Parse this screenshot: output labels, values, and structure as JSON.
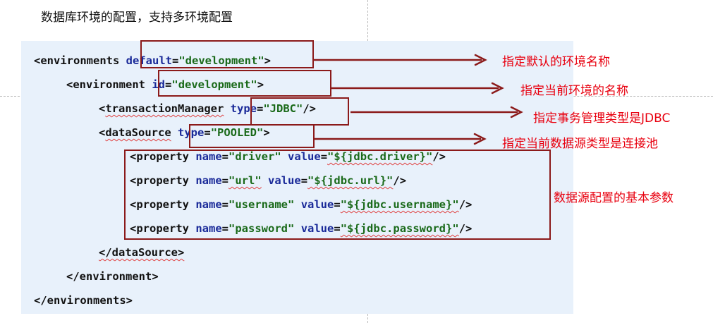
{
  "heading": "数据库环境的配置，支持多环境配置",
  "code": {
    "line1": {
      "open": "<",
      "tag": "environments",
      "attr": "default",
      "eq": "=",
      "val": "\"development\"",
      "close": ">"
    },
    "line2": {
      "open": "<",
      "tag": "environment",
      "attr": "id",
      "eq": "=",
      "val": "\"development\"",
      "close": ">"
    },
    "line3": {
      "open": "<",
      "tag": "transactionManager",
      "attr": "type",
      "eq": "=",
      "val": "\"JDBC\"",
      "close": "/>"
    },
    "line4": {
      "open": "<",
      "tag": "dataSource",
      "attr": "type",
      "eq": "=",
      "val": "\"POOLED\"",
      "close": ">"
    },
    "properties": [
      {
        "tag": "property",
        "name_attr": "name",
        "name_val": "\"driver\"",
        "value_attr": "value",
        "value_val": "\"${jdbc.driver}\"",
        "close": "/>"
      },
      {
        "tag": "property",
        "name_attr": "name",
        "name_val": "\"url\"",
        "value_attr": "value",
        "value_val": "\"${jdbc.url}\"",
        "close": "/>"
      },
      {
        "tag": "property",
        "name_attr": "name",
        "name_val": "\"username\"",
        "value_attr": "value",
        "value_val": "\"${jdbc.username}\"",
        "close": "/>"
      },
      {
        "tag": "property",
        "name_attr": "name",
        "name_val": "\"password\"",
        "value_attr": "value",
        "value_val": "\"${jdbc.password}\"",
        "close": "/>"
      }
    ],
    "close_datasource": "</dataSource>",
    "close_environment": "</environment>",
    "close_environments": "</environments>"
  },
  "annotations": {
    "default_env": "指定默认的环境名称",
    "current_env": "指定当前环境的名称",
    "tx_type": "指定事务管理类型是JDBC",
    "ds_type": "指定当前数据源类型是连接池",
    "ds_params": "数据源配置的基本参数"
  },
  "colors": {
    "code_background": "#e8f1fb",
    "highlight_border": "#8b1a1a",
    "annotation_text": "#e8000f",
    "attribute": "#1a2a99",
    "value": "#1a6a1a"
  }
}
